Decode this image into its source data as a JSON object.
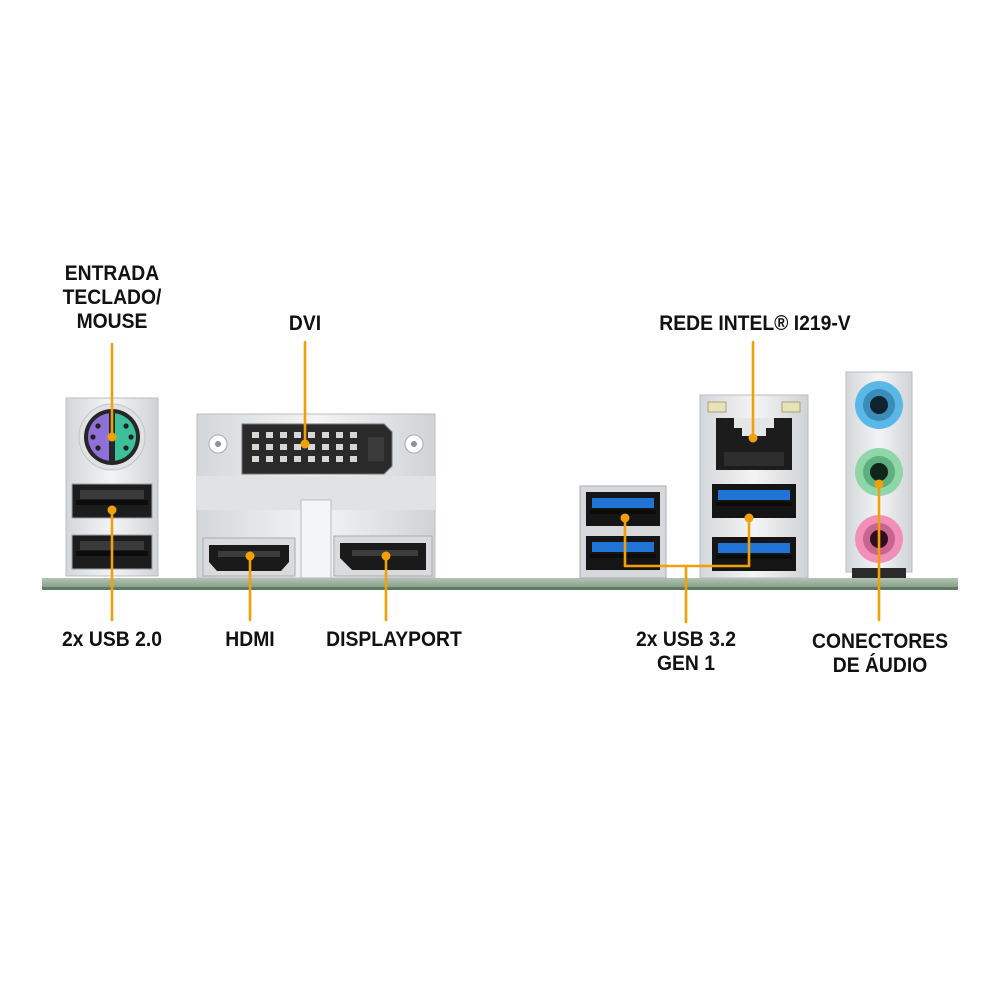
{
  "colors": {
    "leader": "#f2a007",
    "board": "#9bb09c",
    "metal": "#e6e8ea",
    "usb3_blue": "#1f74d6",
    "ps2_purple": "#8f6fd8",
    "ps2_green": "#3cc09a",
    "audio_blue": "#5ab8e8",
    "audio_green": "#8fd6a8",
    "audio_pink": "#f08fb8"
  },
  "labels": {
    "ps2": [
      "ENTRADA",
      "TECLADO/",
      "MOUSE"
    ],
    "dvi": "DVI",
    "lan": "REDE INTEL® I219-V",
    "usb2": "2x USB 2.0",
    "hdmi": "HDMI",
    "displayport": "DISPLAYPORT",
    "usb32": [
      "2x USB 3.2",
      "GEN 1"
    ],
    "audio": [
      "CONECTORES",
      "DE ÁUDIO"
    ]
  },
  "icons": {
    "ps2": "ps2-combo-port-icon",
    "usb2": "usb-a-port-icon",
    "dvi": "dvi-port-icon",
    "hdmi": "hdmi-port-icon",
    "displayport": "displayport-port-icon",
    "usb3": "usb3-port-icon",
    "lan": "rj45-port-icon",
    "audio": "audio-jack-icon"
  }
}
